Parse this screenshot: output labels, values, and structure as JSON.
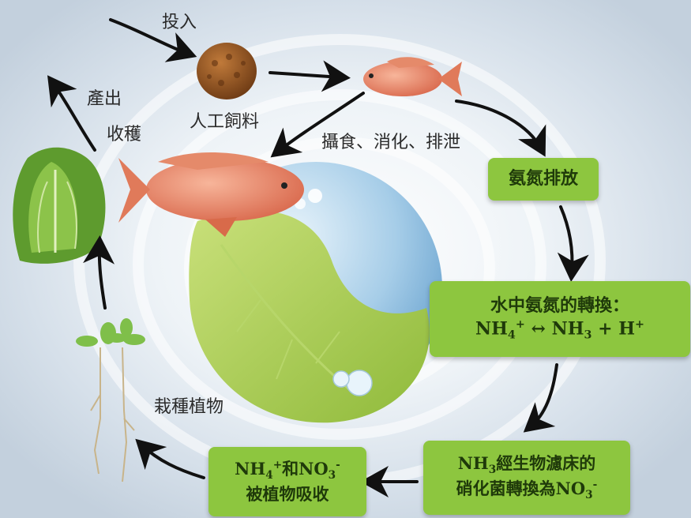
{
  "labels": {
    "input": "投入",
    "output": "產出",
    "harvest": "收穫",
    "feed": "人工飼料",
    "digest": "攝食、消化、排泄",
    "plant": "栽種植物"
  },
  "boxes": {
    "ammonia_release": "氨氮排放",
    "conversion_title": "水中氨氮的轉換：",
    "conversion_nh4": "NH",
    "conversion_sub4": "4",
    "conversion_plus": "+",
    "conversion_arrow": " ↔ NH",
    "conversion_sub3": "3",
    "conversion_h": " + H",
    "conversion_hplus": "+",
    "nitrify_nh": "NH",
    "nitrify_sub3": "3",
    "nitrify_text": "經生物濾床的",
    "nitrify_line2": "硝化菌轉換為NO",
    "nitrify_sub3b": "3",
    "nitrify_minus": "-",
    "absorb_nh": "NH",
    "absorb_sub4": "4",
    "absorb_plus": "+",
    "absorb_and": "和NO",
    "absorb_sub3": "3",
    "absorb_minus": "-",
    "absorb_line2": "被植物吸收"
  },
  "colors": {
    "box_green": "#8dc63f",
    "arrow": "#111111",
    "leaf_green": "#9bc94a",
    "water_blue": "#7fb4d9"
  }
}
